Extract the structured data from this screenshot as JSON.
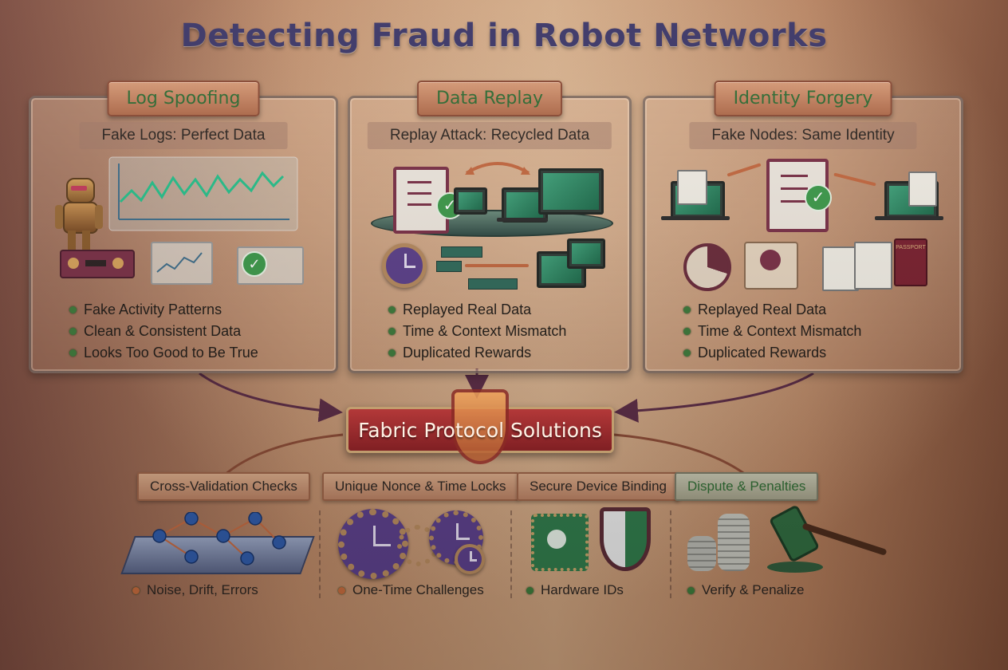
{
  "title": "Detecting Fraud in Robot Networks",
  "panels": [
    {
      "tab": "Log Spoofing",
      "subtitle": "Fake Logs: Perfect Data",
      "bullets": [
        "Fake Activity Patterns",
        "Clean & Consistent Data",
        "Looks Too Good to Be True"
      ]
    },
    {
      "tab": "Data Replay",
      "subtitle": "Replay Attack: Recycled Data",
      "bullets": [
        "Replayed Real Data",
        "Time & Context Mismatch",
        "Duplicated Rewards"
      ]
    },
    {
      "tab": "Identity Forgery",
      "subtitle": "Fake Nodes: Same Identity",
      "bullets": [
        "Replayed Real Data",
        "Time & Context Mismatch",
        "Duplicated Rewards"
      ]
    }
  ],
  "hub": {
    "label": "Fabric Protocol Solutions"
  },
  "solutions": [
    {
      "label": "Cross-Validation Checks",
      "note": "Noise, Drift, Errors"
    },
    {
      "label": "Unique Nonce & Time Locks",
      "note": "One-Time Challenges"
    },
    {
      "label": "Secure Device Binding",
      "note": "Hardware IDs"
    },
    {
      "label": "Dispute & Penalties",
      "note": "Verify & Penalize"
    }
  ],
  "passport_text": "PASSPORT",
  "colors": {
    "title": "#3a3566",
    "tab_text": "#2e6b32",
    "hub": "#b02e30",
    "bullet_dot": "#3d7a3a"
  }
}
